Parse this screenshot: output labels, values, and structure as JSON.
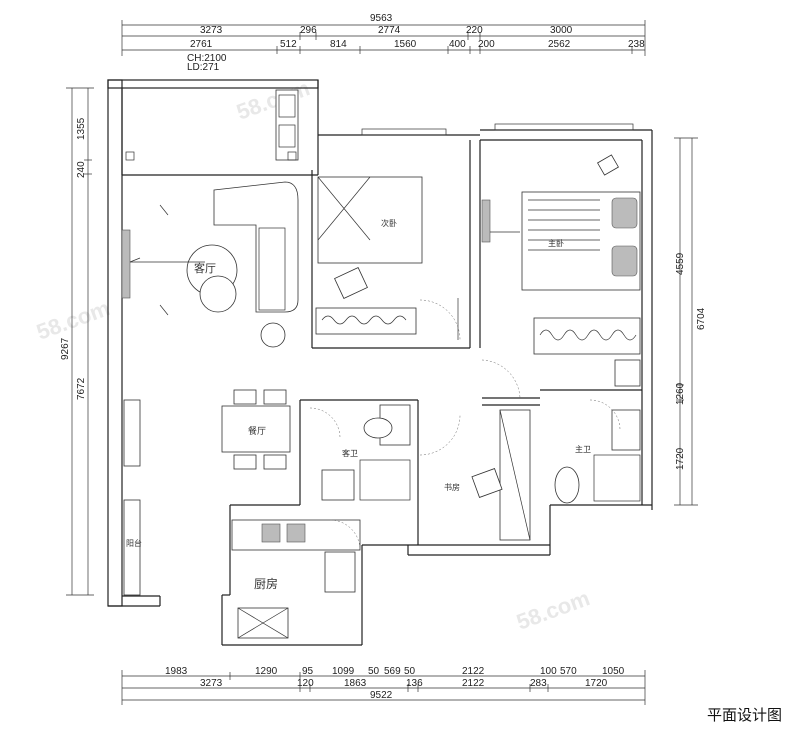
{
  "caption": "平面设计图",
  "ceiling_note": {
    "ch": "CH:2100",
    "ld": "LD:271"
  },
  "rooms": {
    "living": "客厅",
    "second_bedroom": "次卧",
    "master_bedroom": "主卧",
    "dining": "餐厅",
    "guest_bath": "客卫",
    "study": "书房",
    "master_bath": "主卫",
    "kitchen": "厨房",
    "balcony": "阳台"
  },
  "dimensions": {
    "top_total": "9563",
    "top_row1": [
      "3273",
      "296",
      "2774",
      "220",
      "3000"
    ],
    "top_row2": [
      "2761",
      "512",
      "814",
      "1560",
      "400",
      "200",
      "2562",
      "238"
    ],
    "bottom_row1": [
      "1983",
      "1290",
      "95",
      "1099",
      "50",
      "569",
      "50",
      "2122",
      "100",
      "570",
      "1050"
    ],
    "bottom_row2": [
      "3273",
      "120",
      "1863",
      "136",
      "2122",
      "283",
      "1720"
    ],
    "bottom_total": "9522",
    "left_total": "9267",
    "left_segments": [
      "1355",
      "240",
      "7672"
    ],
    "right_total": "6704",
    "right_segments": [
      "4559",
      "1260",
      "1720"
    ]
  }
}
